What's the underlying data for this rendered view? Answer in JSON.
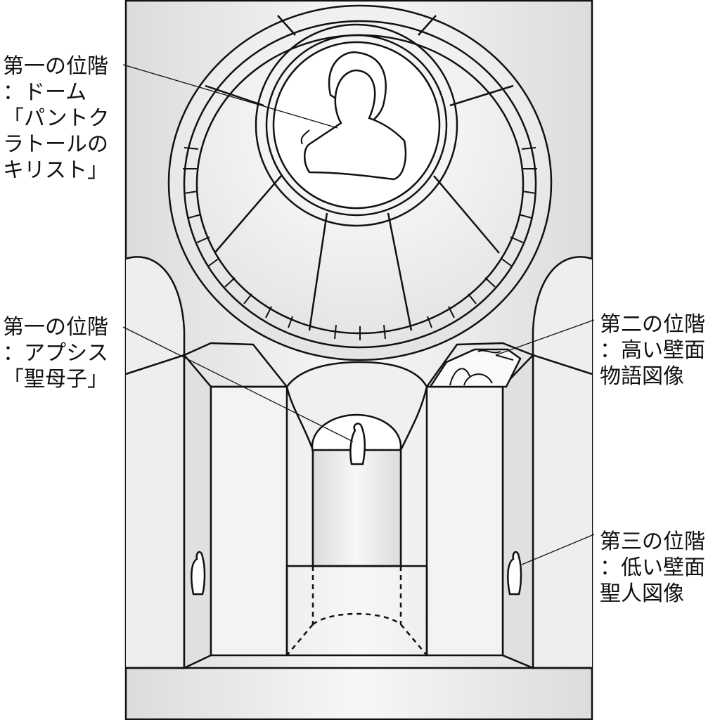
{
  "labels": {
    "dome": {
      "lines": [
        "第一の位階",
        "：ドーム",
        "「パントク",
        "ラトールの",
        "キリスト」"
      ]
    },
    "apse": {
      "lines": [
        "第一の位階",
        "：アプシス",
        "「聖母子」"
      ]
    },
    "high_wall": {
      "lines": [
        "第二の位階",
        "：高い壁面",
        "物語図像"
      ]
    },
    "low_wall": {
      "lines": [
        "第三の位階",
        "：低い壁面",
        "聖人図像"
      ]
    }
  },
  "colors": {
    "stroke": "#111111",
    "wall": "#e6e6e6",
    "light": "#ffffff"
  }
}
